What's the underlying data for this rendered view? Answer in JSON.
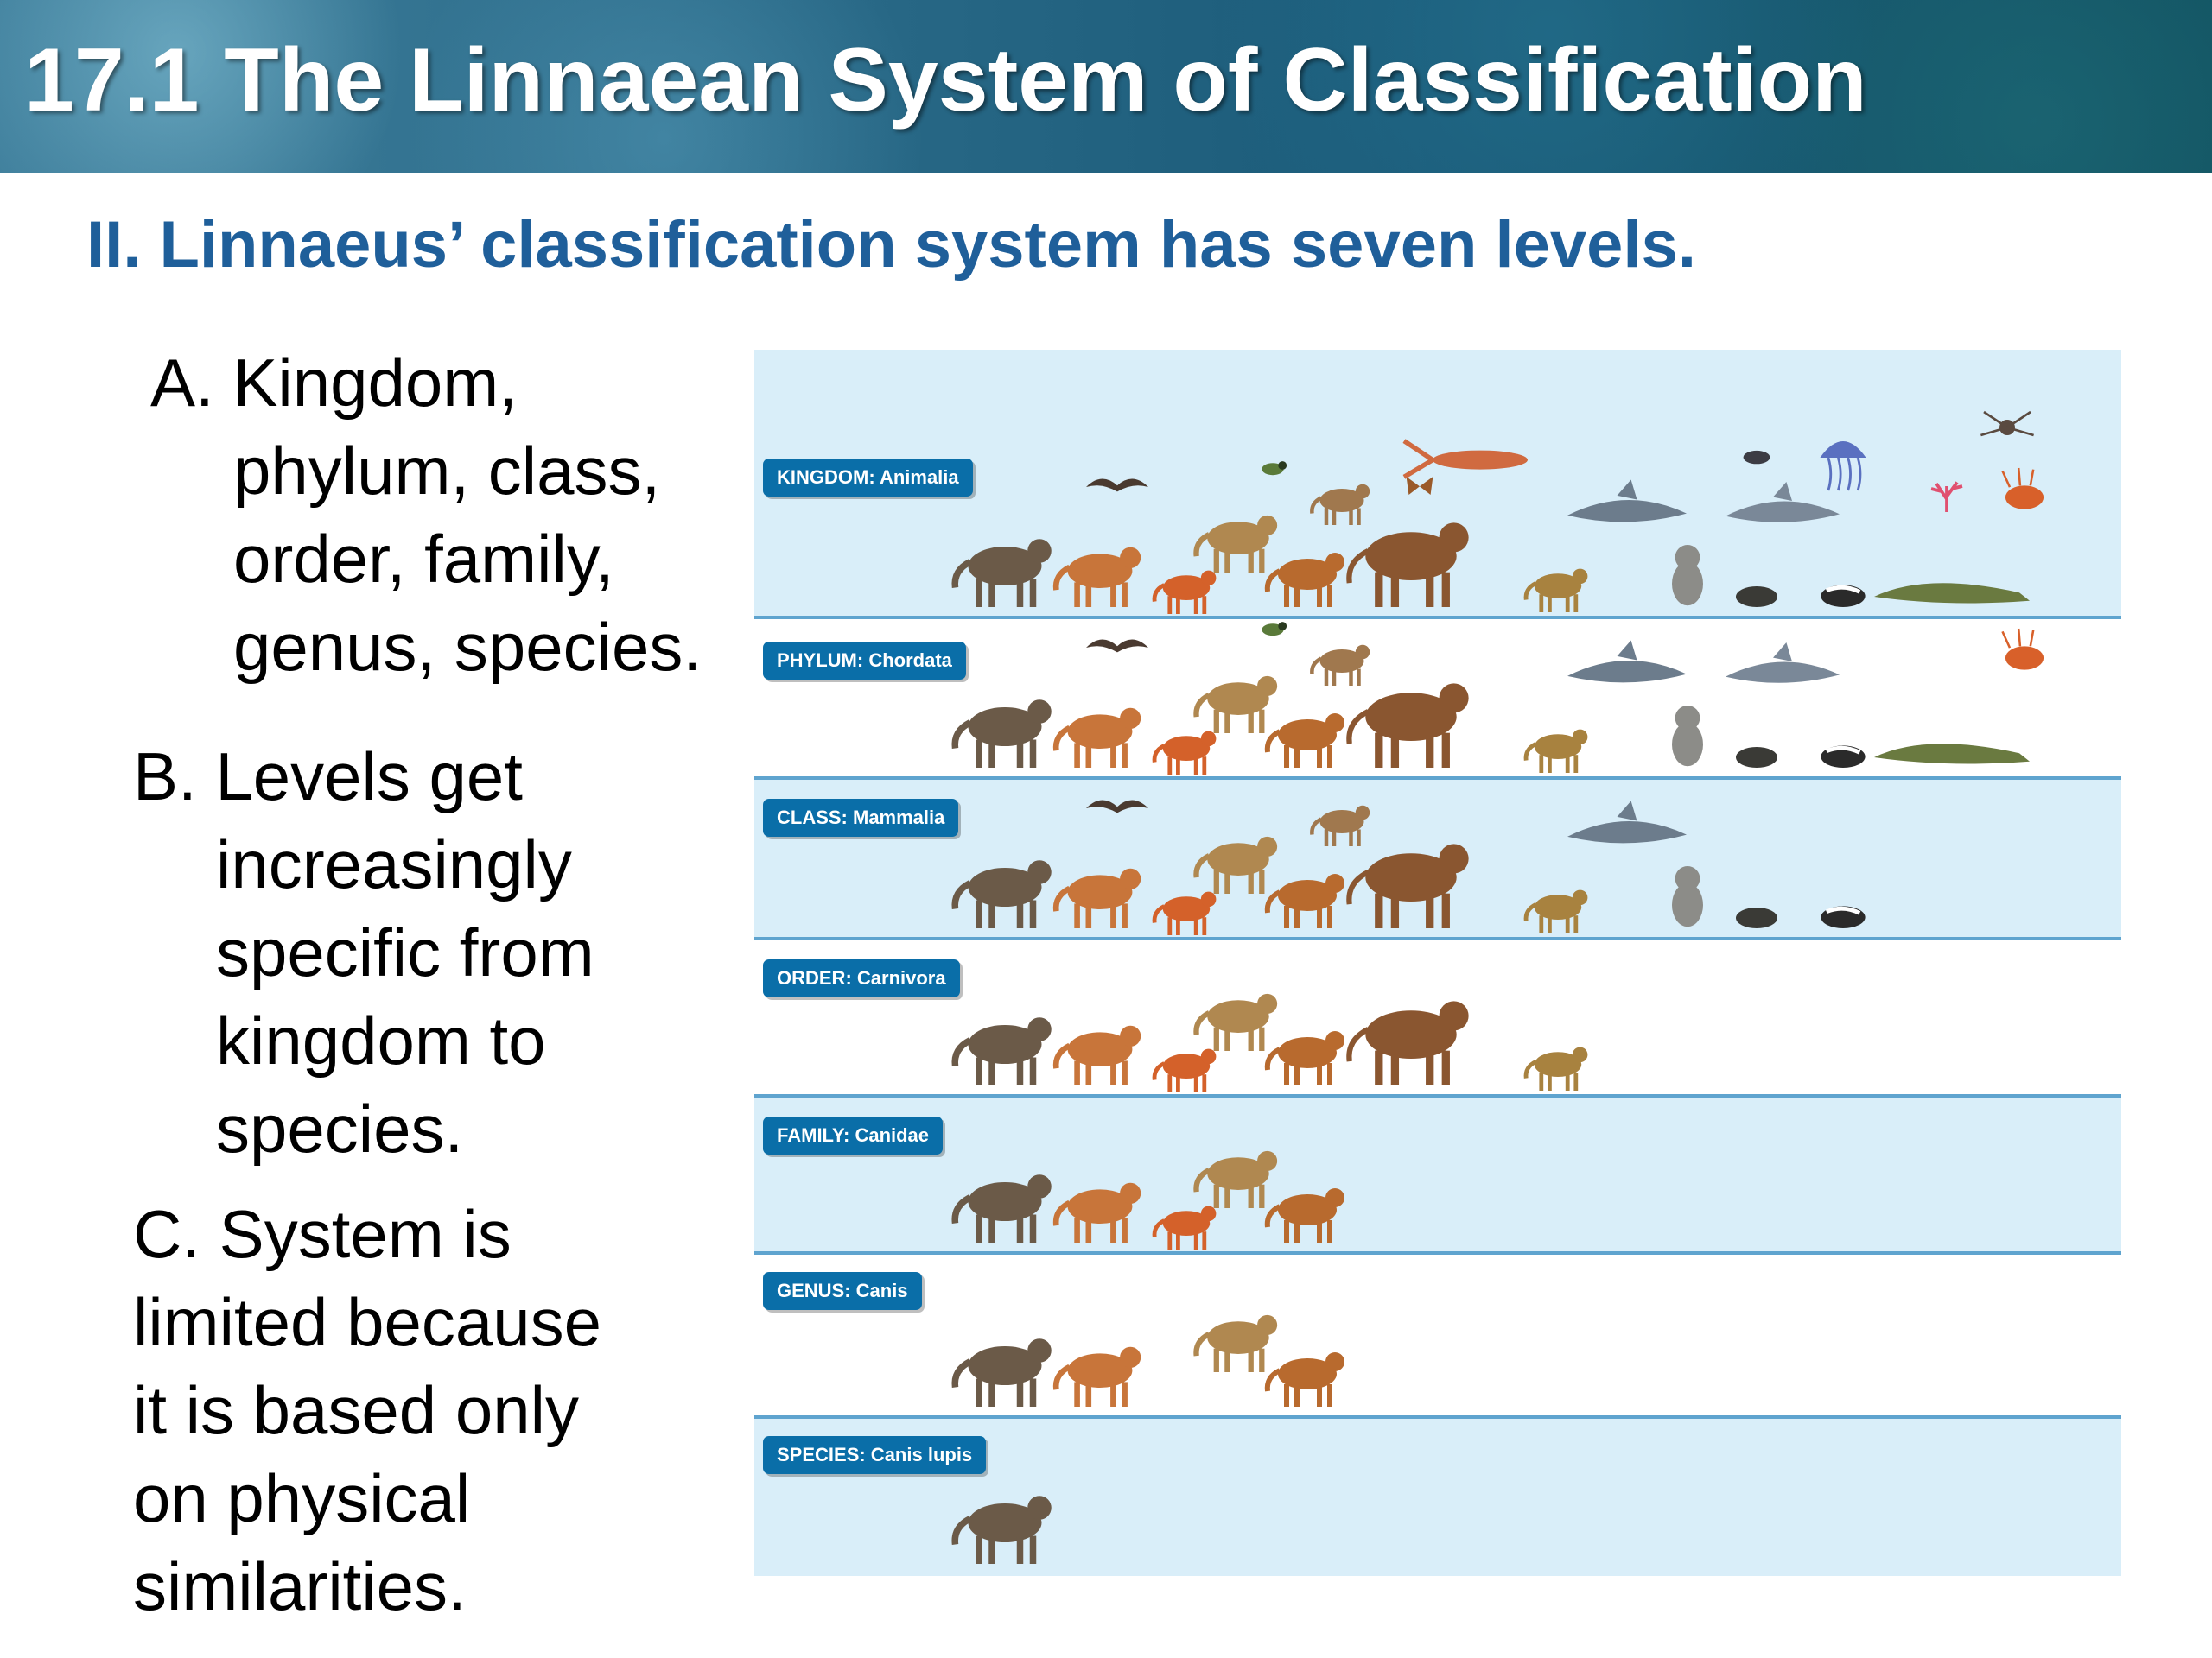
{
  "header": {
    "title": "17.1 The Linnaean System of Classification"
  },
  "subtitle": "II. Linnaeus’ classification system has seven levels.",
  "bullets": {
    "a": [
      "A. Kingdom,",
      "phylum, class,",
      "order, family,",
      "genus, species."
    ],
    "b": [
      "B. Levels get",
      "increasingly",
      "specific from",
      "kingdom to",
      "species."
    ],
    "c": [
      "C. System is",
      "limited because",
      "it is based only",
      "on physical",
      "similarities."
    ]
  },
  "figure": {
    "levels": [
      {
        "label": "KINGDOM: Animalia",
        "animals": [
          "wolf",
          "dog",
          "fox",
          "coyote",
          "jackal",
          "bear",
          "bobcat",
          "bat",
          "bird",
          "rabbit",
          "moth",
          "crayfish",
          "dolphin",
          "koala",
          "mole",
          "skunk",
          "shark",
          "mussel",
          "jellyfish",
          "coral",
          "lionfish",
          "spider",
          "crocodile"
        ]
      },
      {
        "label": "PHYLUM: Chordata",
        "animals": [
          "wolf",
          "dog",
          "fox",
          "coyote",
          "jackal",
          "bear",
          "bobcat",
          "bat",
          "bird",
          "rabbit",
          "dolphin",
          "koala",
          "mole",
          "skunk",
          "shark",
          "lionfish",
          "crocodile"
        ]
      },
      {
        "label": "CLASS: Mammalia",
        "animals": [
          "wolf",
          "dog",
          "fox",
          "coyote",
          "jackal",
          "bear",
          "bobcat",
          "bat",
          "rabbit",
          "dolphin",
          "koala",
          "mole",
          "skunk"
        ]
      },
      {
        "label": "ORDER: Carnivora",
        "animals": [
          "wolf",
          "dog",
          "fox",
          "coyote",
          "jackal",
          "bear",
          "bobcat"
        ]
      },
      {
        "label": "FAMILY: Canidae",
        "animals": [
          "wolf",
          "dog",
          "fox",
          "coyote",
          "jackal"
        ]
      },
      {
        "label": "GENUS: Canis",
        "animals": [
          "wolf",
          "dog",
          "coyote",
          "jackal"
        ]
      },
      {
        "label": "SPECIES: Canis lupis",
        "animals": [
          "wolf"
        ]
      }
    ]
  },
  "colors": {
    "title_blue": "#1f5f9a",
    "band_shade": "#d9eef9",
    "band_rule": "#5fa4cf",
    "label_bg": "#0a6ea8"
  }
}
